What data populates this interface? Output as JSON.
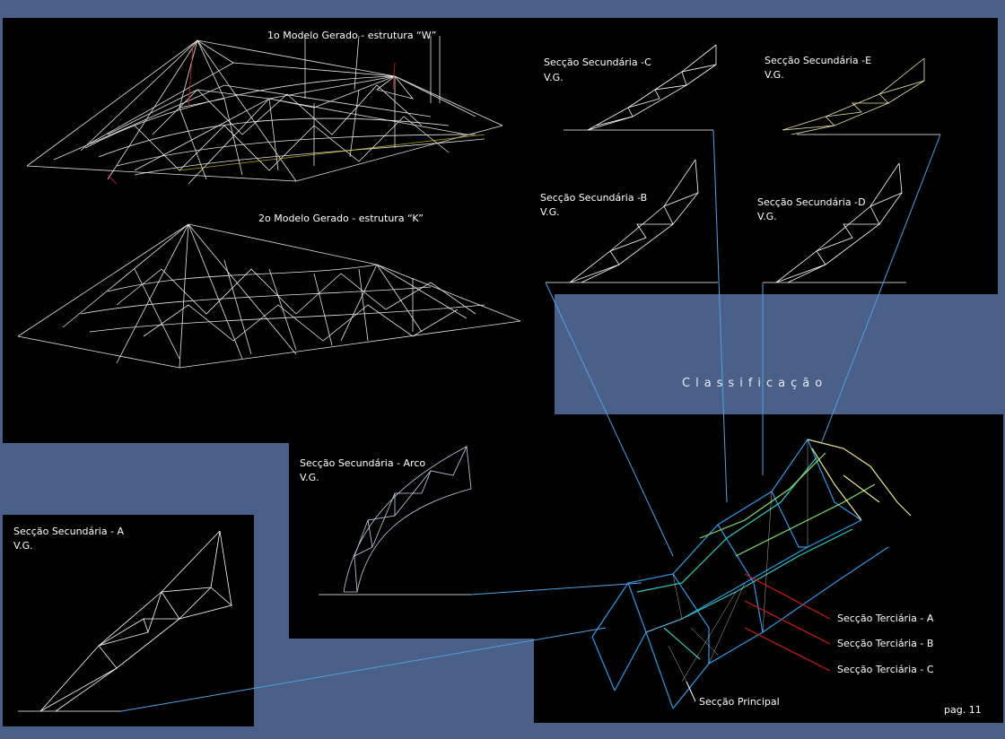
{
  "models": {
    "model1_title": "1o Modelo Gerado - estrutura “W”",
    "model2_title": "2o Modelo Gerado - estrutura “K”"
  },
  "sections": {
    "c": {
      "title": "Secção Secundária -C",
      "vg": "V.G."
    },
    "e": {
      "title": "Secção Secundária -E",
      "vg": "V.G."
    },
    "b": {
      "title": "Secção Secundária -B",
      "vg": "V.G."
    },
    "d": {
      "title": "Secção Secundária -D",
      "vg": "V.G."
    },
    "arco": {
      "title": "Secção Secundária - Arco",
      "vg": "V.G."
    },
    "a": {
      "title": "Secção Secundária - A",
      "vg": "V.G."
    }
  },
  "classification": "Classificação",
  "callouts": {
    "terciaria_a": "Secção Terciária - A",
    "terciaria_b": "Secção Terciária - B",
    "terciaria_c": "Secção Terciária - C",
    "principal": "Secção Principal"
  },
  "page_number": "pag. 11",
  "colors": {
    "background_blue": "#4a6088",
    "panel": "#000000",
    "wire": "#ffffff",
    "leader_blue": "#4fa3e6",
    "leader_red": "#d01818"
  }
}
